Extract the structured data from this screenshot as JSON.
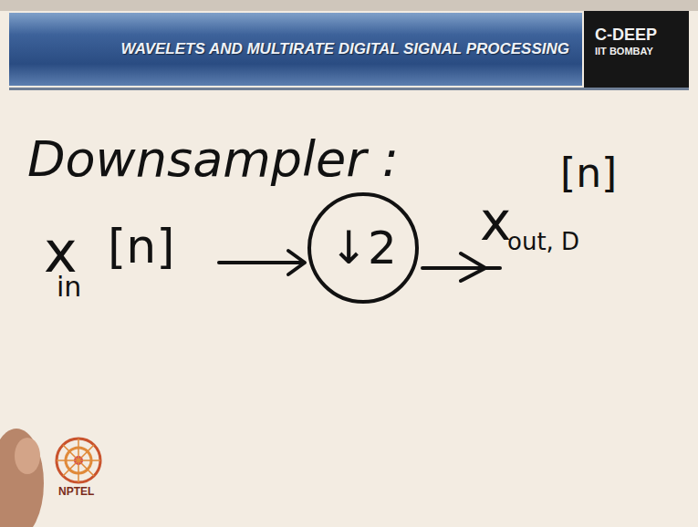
{
  "diagram": {
    "title": "Downsampler :",
    "nodes": [
      {
        "text": [
          "WAVELETS AND MULTIRATE DIGITAL SIGNAL PROCESSING"
        ]
      },
      {
        "text": [
          "C-DEEP",
          "IIT BOMBAY"
        ]
      },
      {
        "text": [
          "↓2"
        ]
      }
    ],
    "labels": [
      "x",
      "in",
      "[n]",
      "x",
      "out, D",
      "[n]",
      "NPTEL"
    ]
  }
}
